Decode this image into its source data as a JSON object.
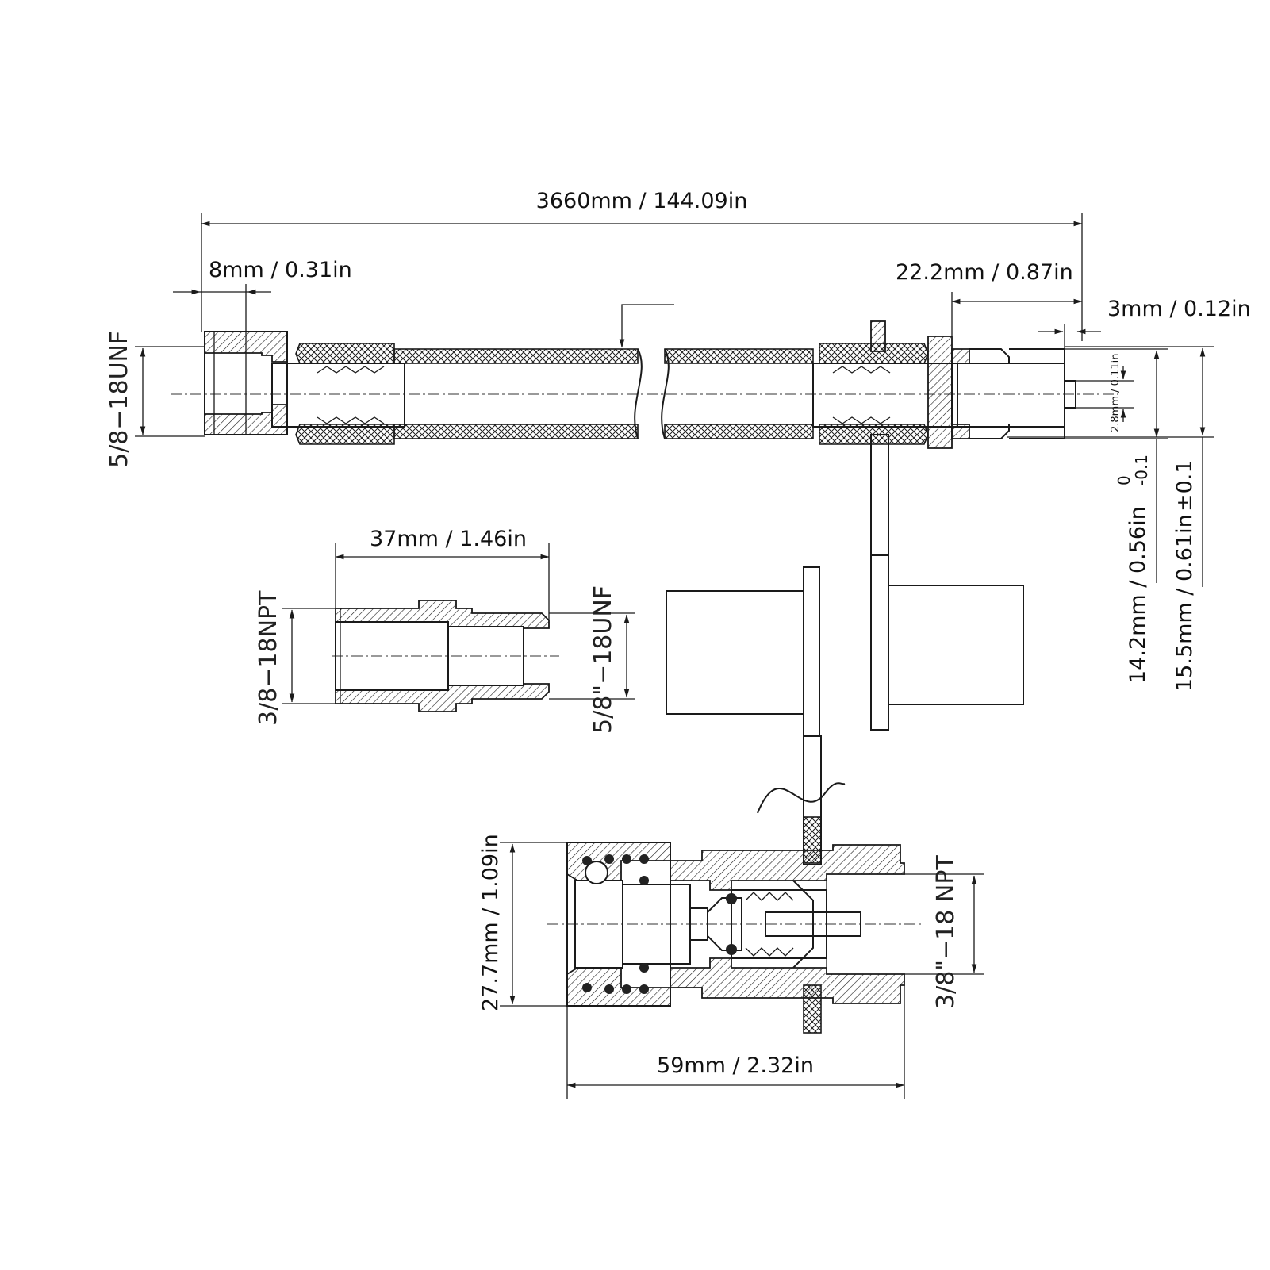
{
  "dimensions": {
    "overall_length": "3660mm / 144.09in",
    "nut_length": "8mm / 0.31in",
    "end_length": "22.2mm / 0.87in",
    "tip_length": "3mm / 0.12in",
    "tip_bore": "2.8mm / 0.11in",
    "tip_diameter": "14.2mm / 0.56in",
    "tip_tolerance_upper": "0",
    "tip_tolerance_lower": "-0.1",
    "body_diameter": "15.5mm / 0.61in",
    "body_tolerance": "±0.1",
    "adapter_length": "37mm / 1.46in",
    "coupler_height": "27.7mm / 1.09in",
    "coupler_length": "59mm / 2.32in"
  },
  "threads": {
    "hose_nut": "5/8−18UNF",
    "adapter_left": "3/8−18NPT",
    "adapter_right": "5/8\"−18UNF",
    "coupler": "3/8\"−18 NPT"
  }
}
